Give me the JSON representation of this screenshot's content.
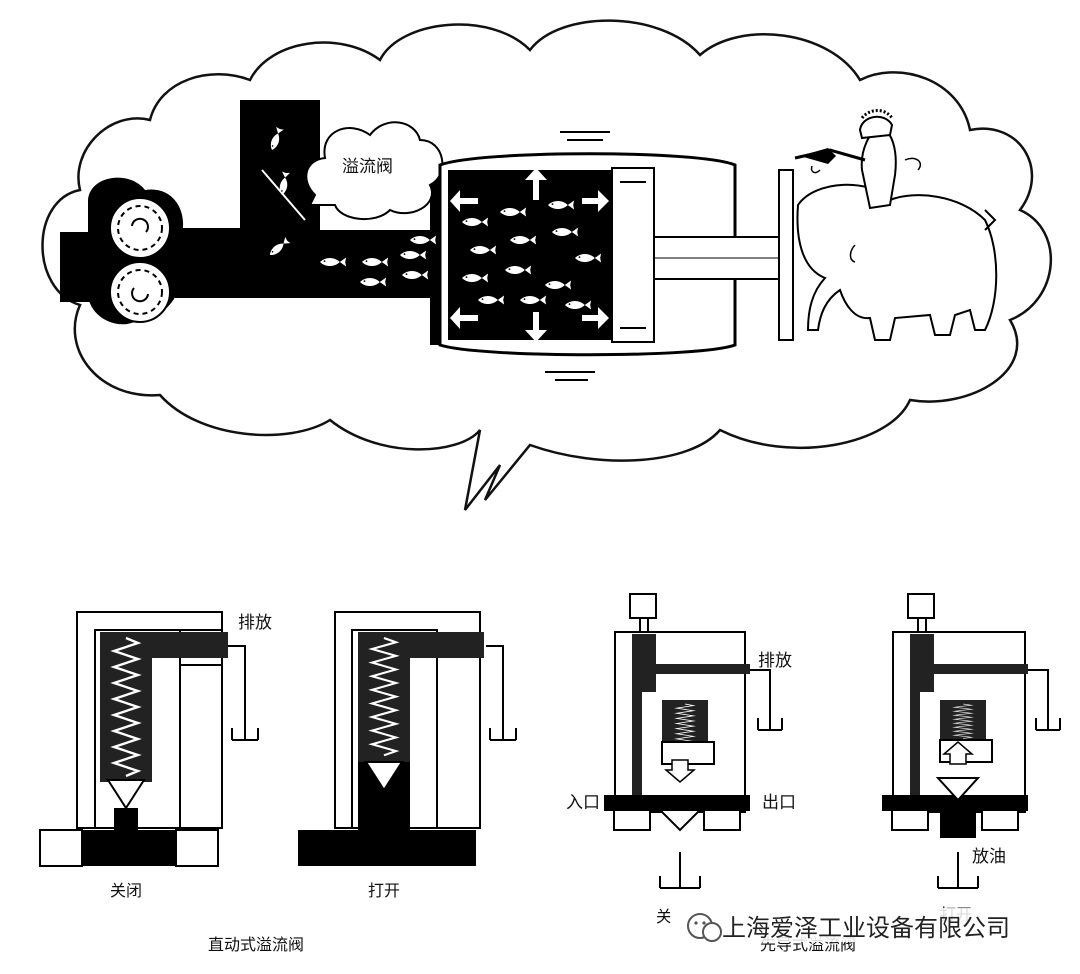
{
  "top": {
    "bubble_label": "溢流阀"
  },
  "direct": {
    "drain_label_closed": "排放",
    "state_closed": "关闭",
    "state_open": "打开",
    "caption": "直动式溢流阀"
  },
  "pilot": {
    "drain_label": "排放",
    "inlet_label": "入口",
    "outlet_label": "出口",
    "release_label": "放油",
    "state_closed_partial": "关",
    "state_open_partial": "打开",
    "caption": "先导式溢流阀"
  },
  "watermark": {
    "text": "上海爱泽工业设备有限公司",
    "icon": "wechat-icon"
  }
}
